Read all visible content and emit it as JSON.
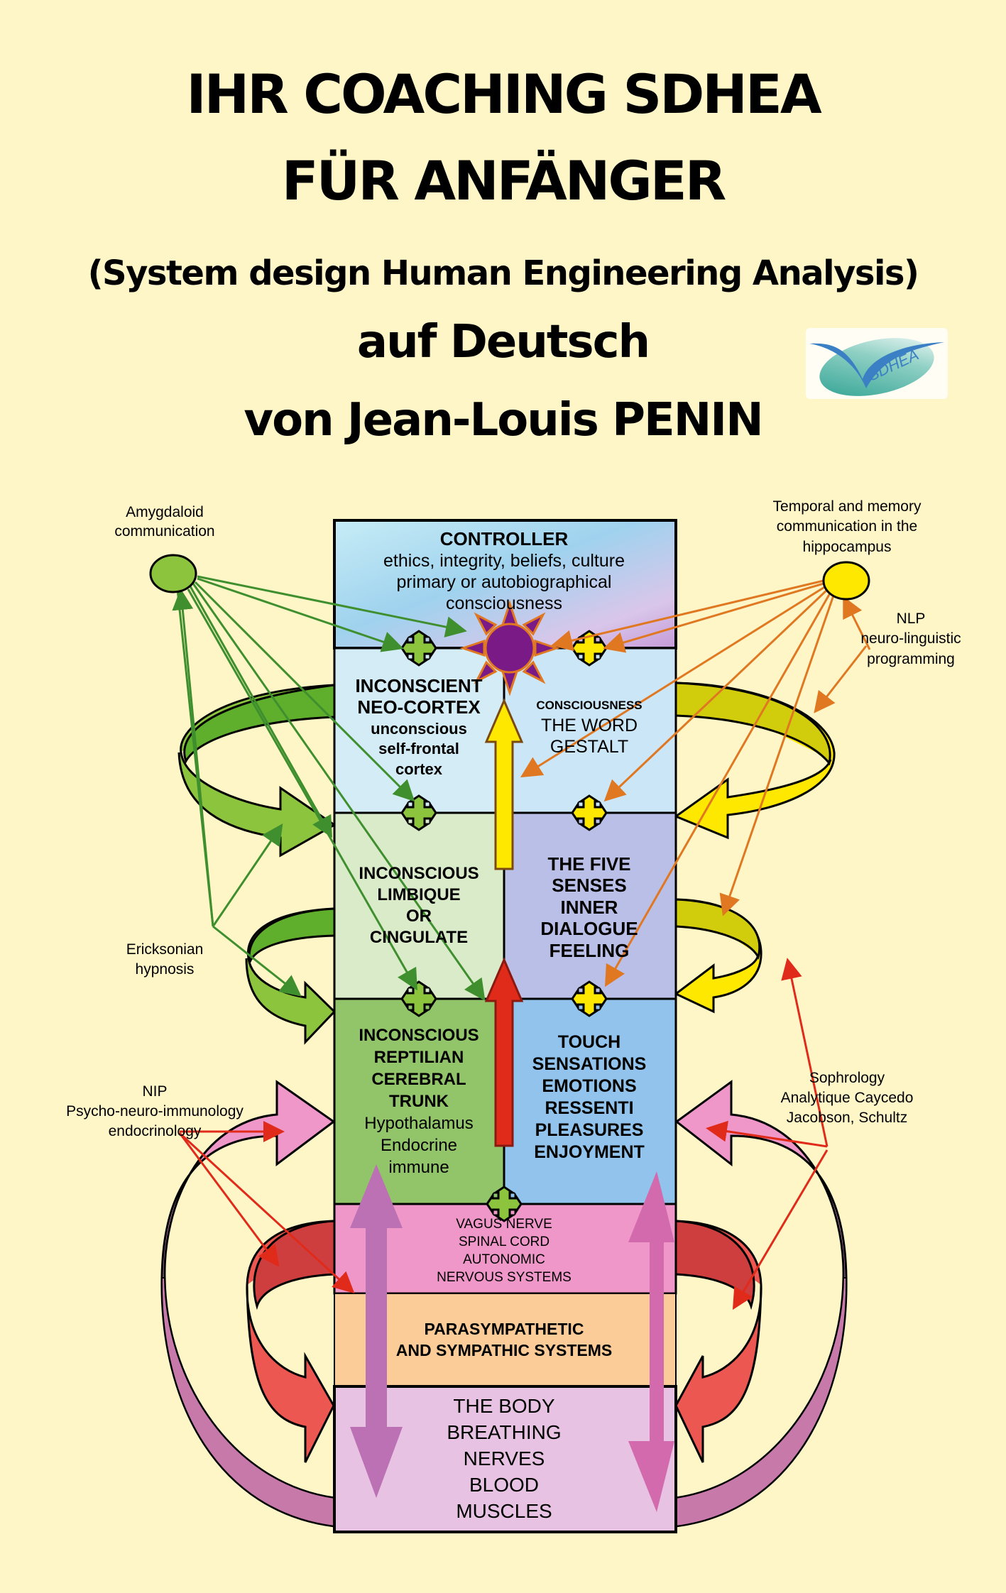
{
  "cover": {
    "title_line1": "IHR COACHING SDHEA",
    "title_line2": "FÜR ANFÄNGER",
    "subtitle": "(System design Human Engineering Analysis)",
    "language": "auf Deutsch",
    "author": "von Jean-Louis PENIN",
    "logo_text": "SDHEA"
  },
  "annotations": {
    "amygdaloid": [
      "Amygdaloid",
      "communication"
    ],
    "temporal": [
      "Temporal and memory",
      "communication in the",
      "hippocampus"
    ],
    "nlp": [
      "NLP",
      "neuro-linguistic",
      "programming"
    ],
    "ericksonian": [
      "Ericksonian",
      "hypnosis"
    ],
    "nip": [
      "NIP",
      "Psycho-neuro-immunology",
      "endocrinology"
    ],
    "sophrology": [
      "Sophrology",
      "Analytique Caycedo",
      "Jacobson, Schultz"
    ]
  },
  "blocks": {
    "controller": [
      "CONTROLLER",
      "ethics, integrity, beliefs, culture",
      "primary or autobiographical",
      "consciousness"
    ],
    "neocortex": [
      "INCONSCIENT",
      "NEO-CORTEX",
      "unconscious",
      "self-frontal",
      "cortex"
    ],
    "consciousness": [
      "CONSCIOUSNESS",
      "THE WORD",
      "GESTALT"
    ],
    "limbique": [
      "INCONSCIOUS",
      "LIMBIQUE",
      "OR",
      "CINGULATE"
    ],
    "five_senses": [
      "THE FIVE",
      "SENSES",
      "INNER",
      "DIALOGUE",
      "FEELING"
    ],
    "reptilian": [
      "INCONSCIOUS",
      "REPTILIAN",
      "CEREBRAL",
      "TRUNK",
      "Hypothalamus",
      "Endocrine",
      "immune"
    ],
    "touch": [
      "TOUCH",
      "SENSATIONS",
      "EMOTIONS",
      "RESSENTI",
      "PLEASURES",
      "ENJOYMENT"
    ],
    "vagus": [
      "VAGUS NERVE",
      "SPINAL CORD",
      "AUTONOMIC",
      "NERVOUS SYSTEMS"
    ],
    "parasympathetic": [
      "PARASYMPATHETIC",
      "AND SYMPATHIC SYSTEMS"
    ],
    "body": [
      "THE BODY",
      "BREATHING",
      "NERVES",
      "BLOOD",
      "MUSCLES"
    ]
  },
  "colors": {
    "background": "#fff6c8",
    "controller": "#bfe3f0",
    "neocortex": "#d4ecf6",
    "consciousness": "#cbe6f7",
    "limbique": "#d9ebc9",
    "five_senses": "#b9bfe6",
    "reptilian": "#92c46a",
    "touch": "#91c3ec",
    "vagus": "#ef97c8",
    "parasympathetic": "#fbcb98",
    "body": "#e7c2e2",
    "green_link": "#3f8f2f",
    "orange_link": "#e07822",
    "red_link": "#e02a1a",
    "sun": "#7a1a86"
  }
}
